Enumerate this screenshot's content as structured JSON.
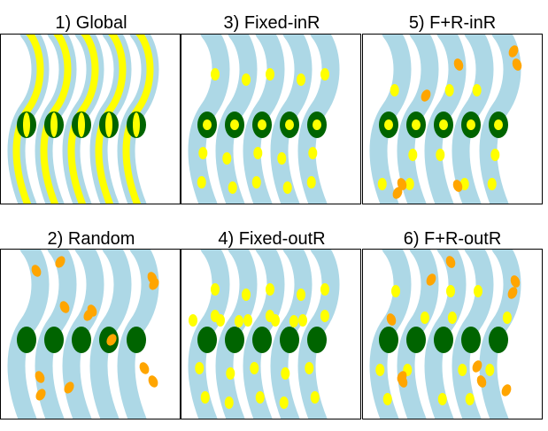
{
  "colors": {
    "track": "#add8e6",
    "yellow": "#ffff00",
    "orange": "#ffa500",
    "green": "#006400",
    "border": "#000000"
  },
  "panels": [
    {
      "id": "p1",
      "title": "1) Global",
      "pattern": "global"
    },
    {
      "id": "p3",
      "title": "3) Fixed-inR",
      "pattern": "fixed-inR"
    },
    {
      "id": "p5",
      "title": "5) F+R-inR",
      "pattern": "fr-inR"
    },
    {
      "id": "p2",
      "title": "2) Random",
      "pattern": "random"
    },
    {
      "id": "p4",
      "title": "4) Fixed-outR",
      "pattern": "fixed-outR"
    },
    {
      "id": "p6",
      "title": "6) F+R-outR",
      "pattern": "fr-outR"
    }
  ]
}
